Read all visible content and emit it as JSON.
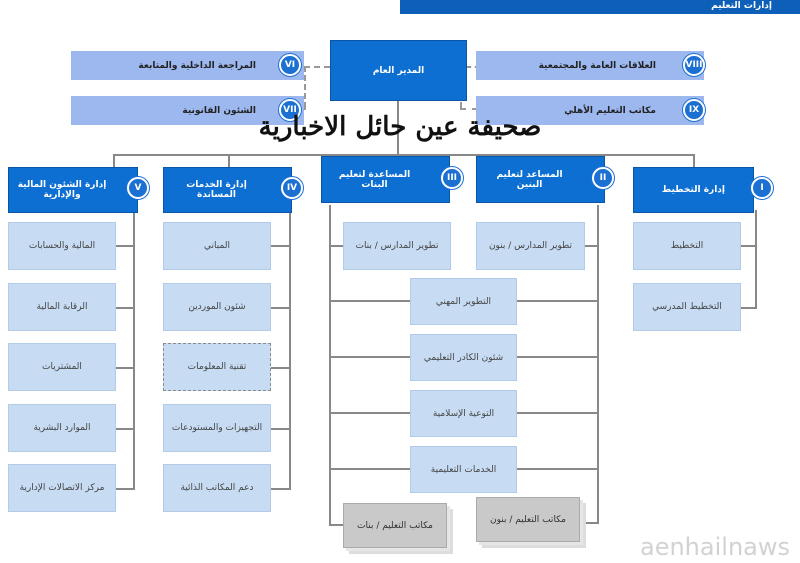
{
  "header": {
    "title": "إدارات التعليم"
  },
  "director": {
    "label": "المدير العام"
  },
  "staff_units": [
    {
      "numeral": "VI",
      "label": "المراجعة الداخلية والمتابعة"
    },
    {
      "numeral": "VII",
      "label": "الشئون القانونية"
    },
    {
      "numeral": "VIII",
      "label": "العلاقات العامة والمجتمعية"
    },
    {
      "numeral": "IX",
      "label": "مكاتب التعليم الأهلي"
    }
  ],
  "departments": [
    {
      "numeral": "I",
      "label": "إدارة التخطيط",
      "children": [
        "التخطيط",
        "التخطيط المدرسي"
      ]
    },
    {
      "numeral": "II",
      "label": "المساعد لتعليم البنين",
      "children": [
        "تطوير المدارس / بنون"
      ]
    },
    {
      "numeral": "III",
      "label": "المساعدة لتعليم البنات",
      "children": [
        "تطوير المدارس / بنات"
      ]
    },
    {
      "numeral": "IV",
      "label": "إدارة الخدمات المساندة",
      "children": [
        "المباني",
        "شئون الموردين",
        "تقنية المعلومات",
        "التجهيزات والمستودعات",
        "دعم المكاتب الذائية"
      ]
    },
    {
      "numeral": "V",
      "label": "إدارة الشئون المالية والإدارية",
      "children": [
        "المالية والحسابات",
        "الرقابة المالية",
        "المشتريات",
        "الموارد البشرية",
        "مركز الاتصالات الإدارية"
      ]
    }
  ],
  "shared_units": [
    "التطوير المهني",
    "شئون الكادر التعليمي",
    "التوعية الإسلامية",
    "الخدمات التعليمية"
  ],
  "offices": [
    "مكاتب التعليم / بنون",
    "مكاتب التعليم / بنات"
  ],
  "overlay_title": "صحيفة عين حائل الاخبارية",
  "watermark": "aenhailnaws"
}
